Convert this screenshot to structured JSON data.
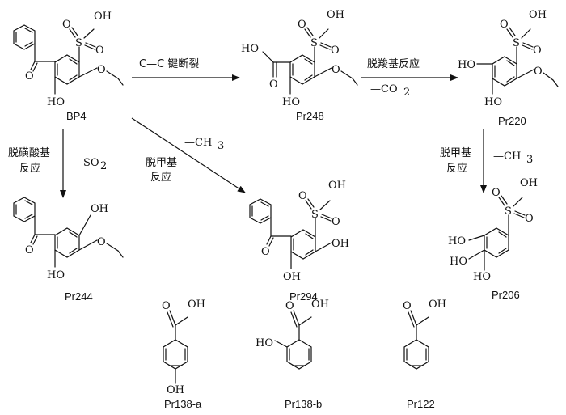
{
  "compounds": {
    "bp4": "BP4",
    "pr248": "Pr248",
    "pr220": "Pr220",
    "pr244": "Pr244",
    "pr294": "Pr294",
    "pr206": "Pr206",
    "pr138a": "Pr138-a",
    "pr138b": "Pr138-b",
    "pr122": "Pr122"
  },
  "reactions": {
    "cc_cleavage": "C—C 键断裂",
    "decarboxylation": "脱羧基反应",
    "minus_co2": "—CO",
    "co2_sub": "2",
    "desulfonation_1": "脱磺酸基",
    "desulfonation_2": "反应",
    "minus_so2": "—SO",
    "so2_sub": "2",
    "demethylation_1": "脱甲基",
    "demethylation_2": "反应",
    "minus_ch3": "—CH",
    "ch3_sub": "3"
  },
  "atoms": {
    "oh": "OH",
    "ho": "HO",
    "o": "O",
    "s": "S"
  }
}
